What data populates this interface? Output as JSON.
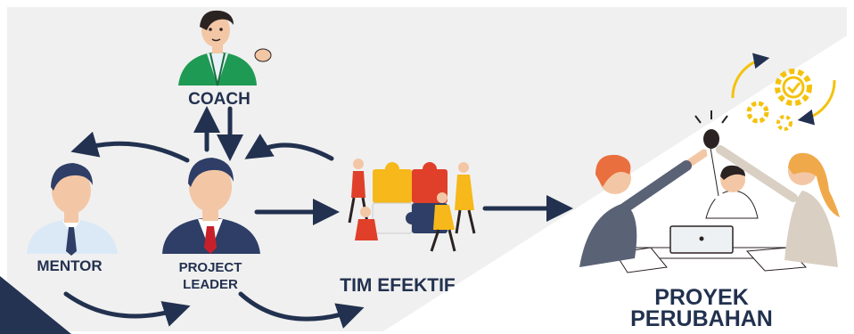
{
  "labels": {
    "coach": "COACH",
    "mentor": "MENTOR",
    "project_leader_1": "PROJECT",
    "project_leader_2": "LEADER",
    "tim_efektif": "TIM EFEKTIF",
    "proyek_1": "PROYEK",
    "proyek_2": "PERUBAHAN"
  },
  "colors": {
    "arrow": "#22314f",
    "navy_corner": "#243352",
    "suit_navy": "#2e3e66",
    "shirt_blue": "#dbe9f6",
    "tie_red": "#c8202a",
    "coach_green": "#1f9a54",
    "puzzle_red": "#e0402a",
    "puzzle_yellow": "#f6b81a",
    "gear_yellow": "#f4c20d"
  },
  "icons": {
    "coach": "coach-person-icon",
    "mentor": "mentor-person-icon",
    "leader": "project-leader-person-icon",
    "team": "team-puzzle-icon",
    "success": "team-high-five-icon",
    "gears": "gears-icon"
  }
}
